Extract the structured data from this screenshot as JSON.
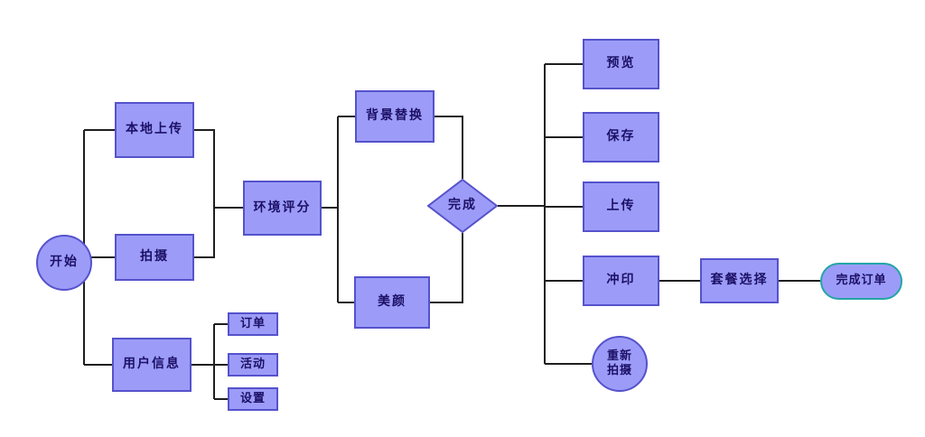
{
  "diagram": {
    "colors": {
      "node_fill": "#9c9cf8",
      "node_border": "#5552cc",
      "terminal_border": "#23a5a5",
      "line": "#1f1f1f",
      "text": "#1c1066",
      "background": "#ffffff"
    },
    "nodes": {
      "start": {
        "label": "开始",
        "shape": "circle"
      },
      "local_upload": {
        "label": "本地上传",
        "shape": "rect"
      },
      "shoot": {
        "label": "拍摄",
        "shape": "rect"
      },
      "user_info": {
        "label": "用户信息",
        "shape": "rect"
      },
      "order": {
        "label": "订单",
        "shape": "rect"
      },
      "activity": {
        "label": "活动",
        "shape": "rect"
      },
      "settings": {
        "label": "设置",
        "shape": "rect"
      },
      "env_score": {
        "label": "环境评分",
        "shape": "rect"
      },
      "bg_replace": {
        "label": "背景替换",
        "shape": "rect"
      },
      "beauty": {
        "label": "美颜",
        "shape": "rect"
      },
      "done": {
        "label": "完成",
        "shape": "diamond"
      },
      "preview": {
        "label": "预览",
        "shape": "rect"
      },
      "save": {
        "label": "保存",
        "shape": "rect"
      },
      "upload": {
        "label": "上传",
        "shape": "rect"
      },
      "print": {
        "label": "冲印",
        "shape": "rect"
      },
      "package_select": {
        "label": "套餐选择",
        "shape": "rect"
      },
      "complete_order": {
        "label": "完成订单",
        "shape": "pill"
      },
      "reshoot": {
        "label_line1": "重新",
        "label_line2": "拍摄",
        "shape": "circle"
      }
    }
  }
}
